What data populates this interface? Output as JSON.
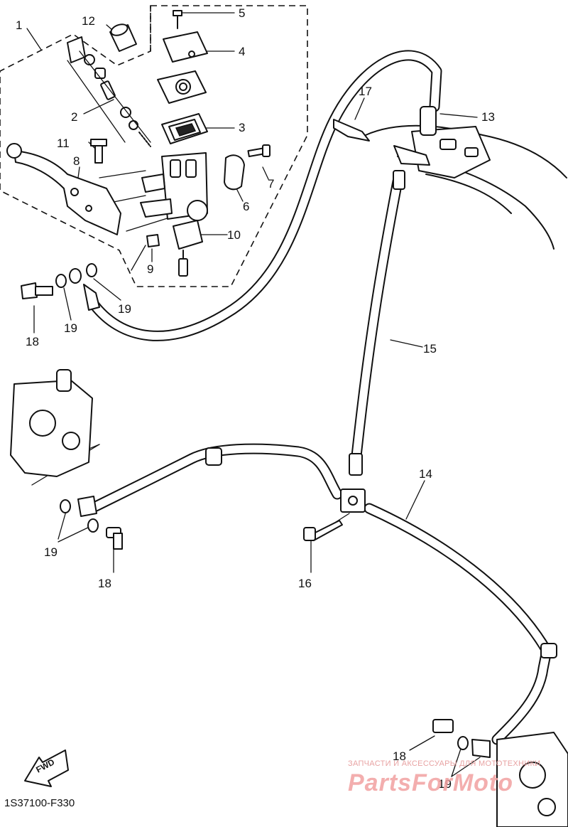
{
  "diagram": {
    "drawing_code": "1S37100-F330",
    "fwd_label": "FWD",
    "watermark": {
      "tagline": "ЗАПЧАСТИ И АКСЕССУАРЫ ДЛЯ МОТОТЕХНИКИ",
      "brand": "PartsForMoto"
    },
    "callouts": {
      "c1": "1",
      "c2": "2",
      "c3": "3",
      "c4": "4",
      "c5": "5",
      "c6": "6",
      "c7": "7",
      "c8": "8",
      "c9": "9",
      "c10": "10",
      "c11": "11",
      "c12": "12",
      "c13": "13",
      "c14": "14",
      "c15": "15",
      "c16": "16",
      "c17": "17",
      "c18a": "18",
      "c18b": "18",
      "c18c": "18",
      "c19a": "19",
      "c19b": "19",
      "c19c": "19",
      "c19d": "19"
    }
  }
}
